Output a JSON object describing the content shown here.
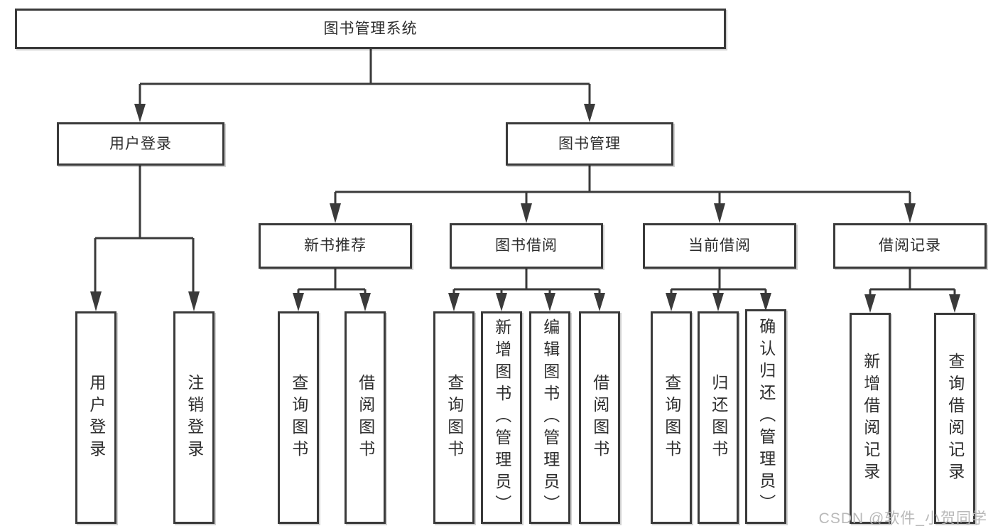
{
  "diagram": {
    "title": "图书管理系统",
    "level2": {
      "user_login": "用户登录",
      "book_mgmt": "图书管理"
    },
    "level3": {
      "new_rec": "新书推荐",
      "borrow": "图书借阅",
      "current": "当前借阅",
      "records": "借阅记录"
    },
    "leaves": {
      "ul_login": "用户登录",
      "ul_logout": "注销登录",
      "nb_query": "查询图书",
      "nb_borrow": "借阅图书",
      "bb_query": "查询图书",
      "bb_add": "新增图书（管理员）",
      "bb_edit": "编辑图书（管理员）",
      "bb_borrow": "借阅图书",
      "cb_query": "查询图书",
      "cb_return": "归还图书",
      "cb_confirm": "确认归还（管理员）",
      "br_add": "新增借阅记录",
      "br_query": "查询借阅记录"
    }
  },
  "watermark": "CSDN @软件_小贺同学",
  "colors": {
    "line": "#3a3a3a",
    "text": "#2e2e2e",
    "watermark": "#b9b9b9",
    "background": "#ffffff"
  }
}
